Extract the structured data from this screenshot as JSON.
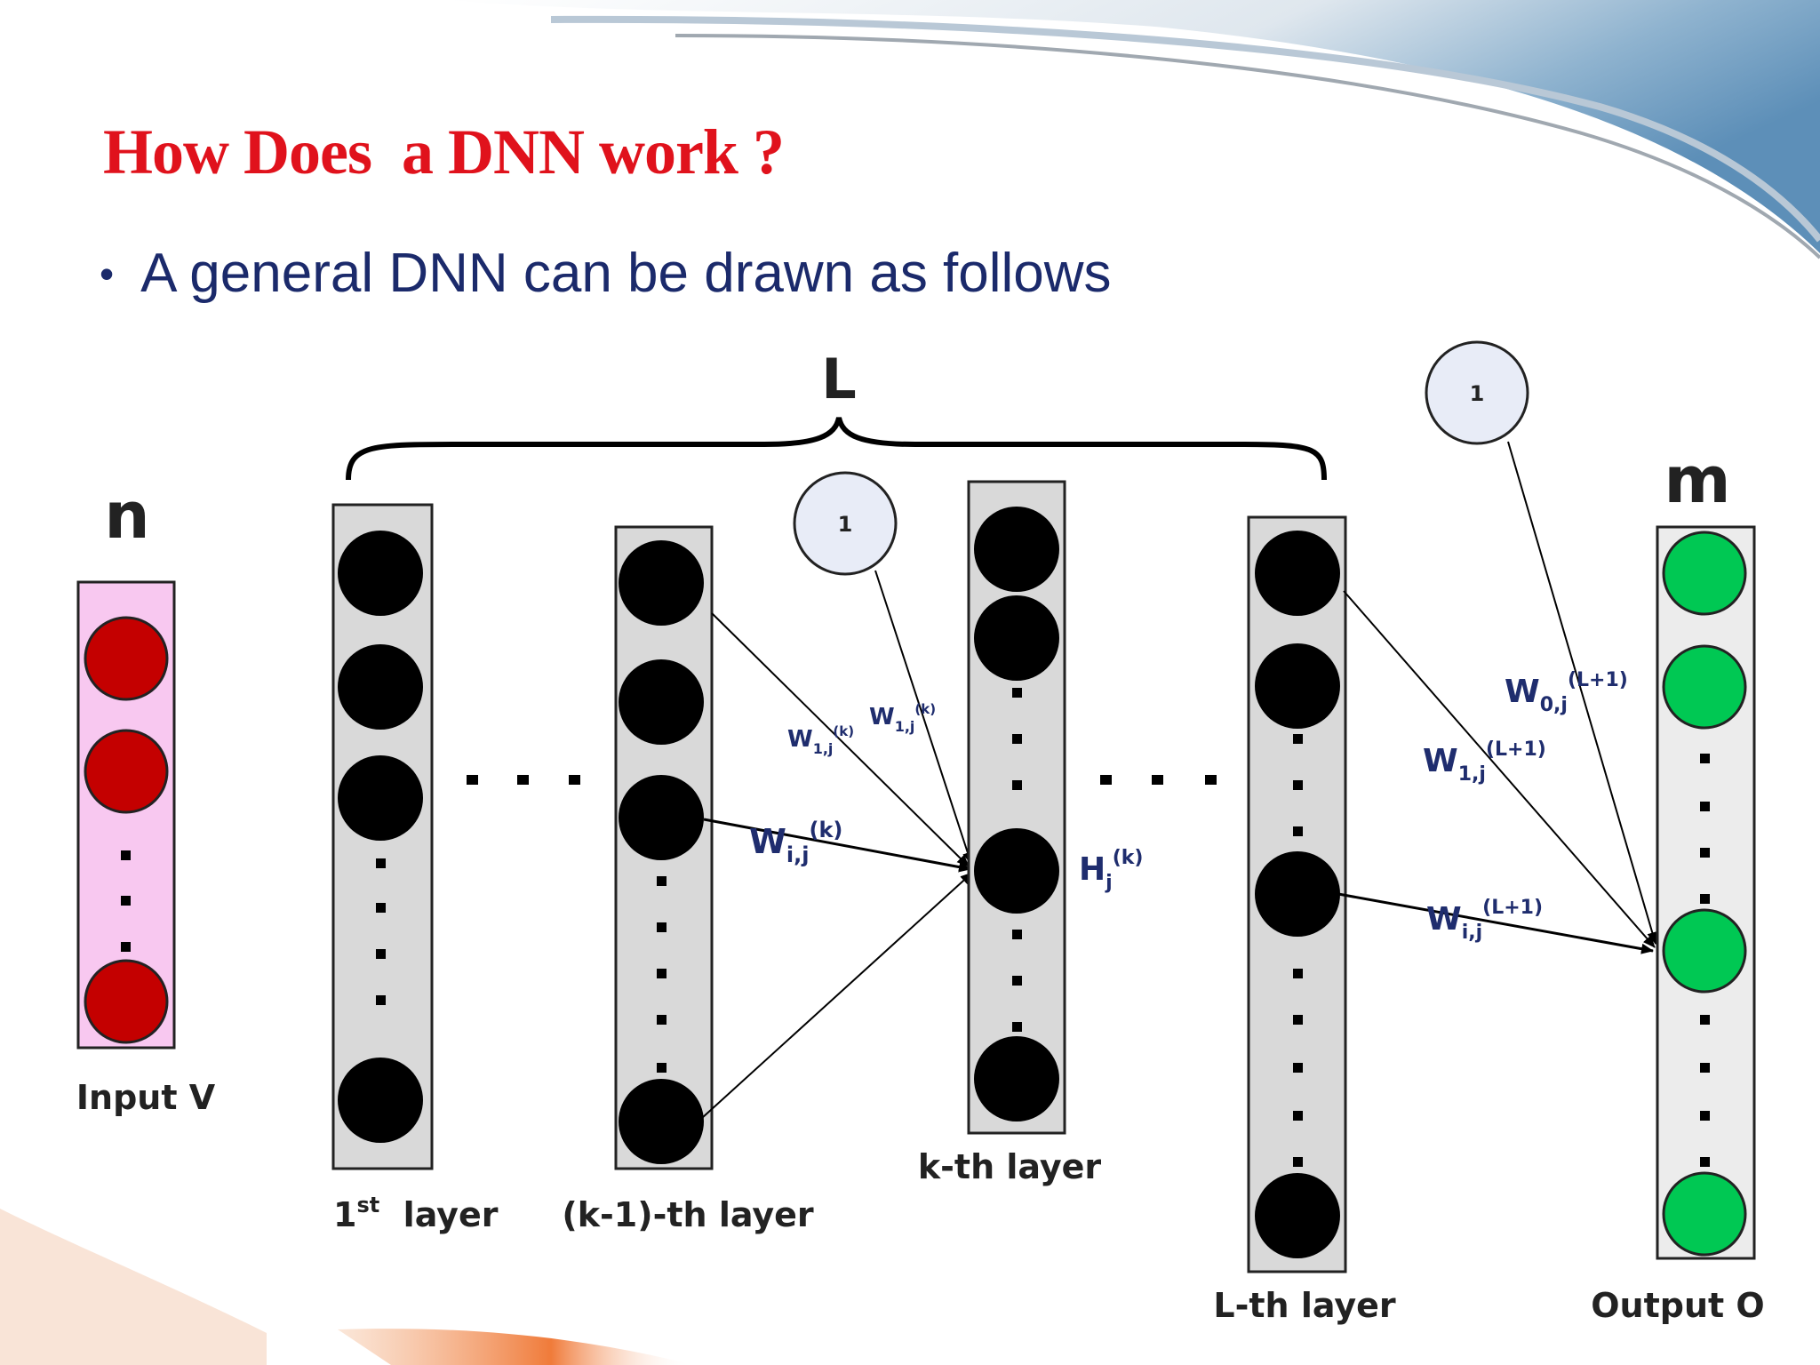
{
  "slide": {
    "title": "How Does  a DNN work ?",
    "bullet": "A general DNN can be drawn as follows"
  },
  "diagram": {
    "brace_label": "L",
    "input_count_label": "n",
    "output_count_label": "m",
    "bias_nodes": [
      "1",
      "1"
    ],
    "columns": [
      {
        "id": "input",
        "label": "Input V",
        "color": "#cc0000",
        "box": "#f8c8f0",
        "label_color": "#d01c20"
      },
      {
        "id": "first",
        "label_main": "1",
        "label_sup": "st",
        "label_rest": "  layer"
      },
      {
        "id": "k-1",
        "label": "(k-1)-th layer"
      },
      {
        "id": "k",
        "label": "k-th layer"
      },
      {
        "id": "L",
        "label": "L-th layer"
      },
      {
        "id": "output",
        "label": "Output O",
        "color": "#00c853",
        "box": "#ececec",
        "label_color": "#21a84a"
      }
    ],
    "weights": {
      "w1_left": {
        "base": "W",
        "sub": "1,j",
        "sup": "(k)"
      },
      "w1_right": {
        "base": "W",
        "sub": "1,j",
        "sup": "(k)"
      },
      "wij_k": {
        "base": "W",
        "sub": "i,j",
        "sup": "(k)"
      },
      "hj_k": {
        "base": "H",
        "sub": "j",
        "sup": "(k)"
      },
      "w0_L1": {
        "base": "W",
        "sub": "0,j",
        "sup": "(L+1)"
      },
      "w1_L1": {
        "base": "W",
        "sub": "1,j",
        "sup": "(L+1)"
      },
      "wij_L1": {
        "base": "W",
        "sub": "i,j",
        "sup": "(L+1)"
      }
    },
    "colors": {
      "hidden_node": "#000000",
      "hidden_box": "#d9d9d9",
      "bias_fill": "#e8ecf7",
      "count_n": "#d01c20",
      "count_m": "#21a84a",
      "weight_text": "#1f2d6e"
    }
  }
}
